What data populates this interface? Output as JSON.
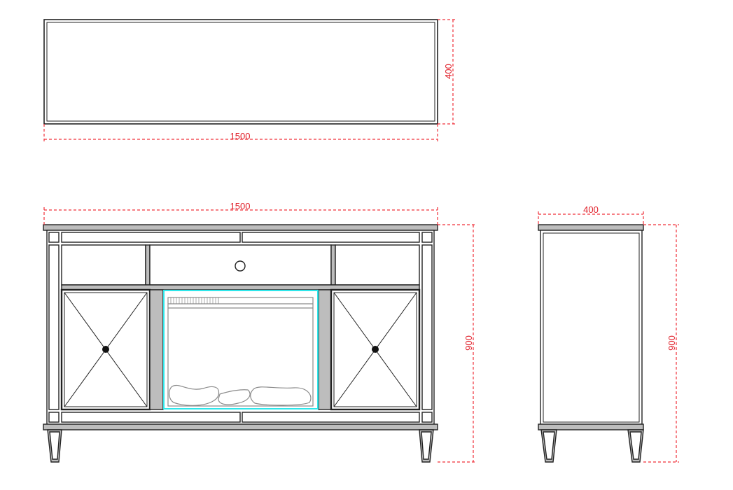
{
  "drawing": {
    "top_view": {
      "width_label": "1500",
      "depth_label": "400"
    },
    "front_view": {
      "width_label": "1500",
      "height_label": "900"
    },
    "side_view": {
      "depth_label": "400",
      "height_label": "900"
    }
  },
  "colors": {
    "outline": "#222222",
    "dimension": "#f0303a",
    "fireplace_highlight": "#2ee6ea",
    "panel_fill": "#bdbdbd"
  }
}
